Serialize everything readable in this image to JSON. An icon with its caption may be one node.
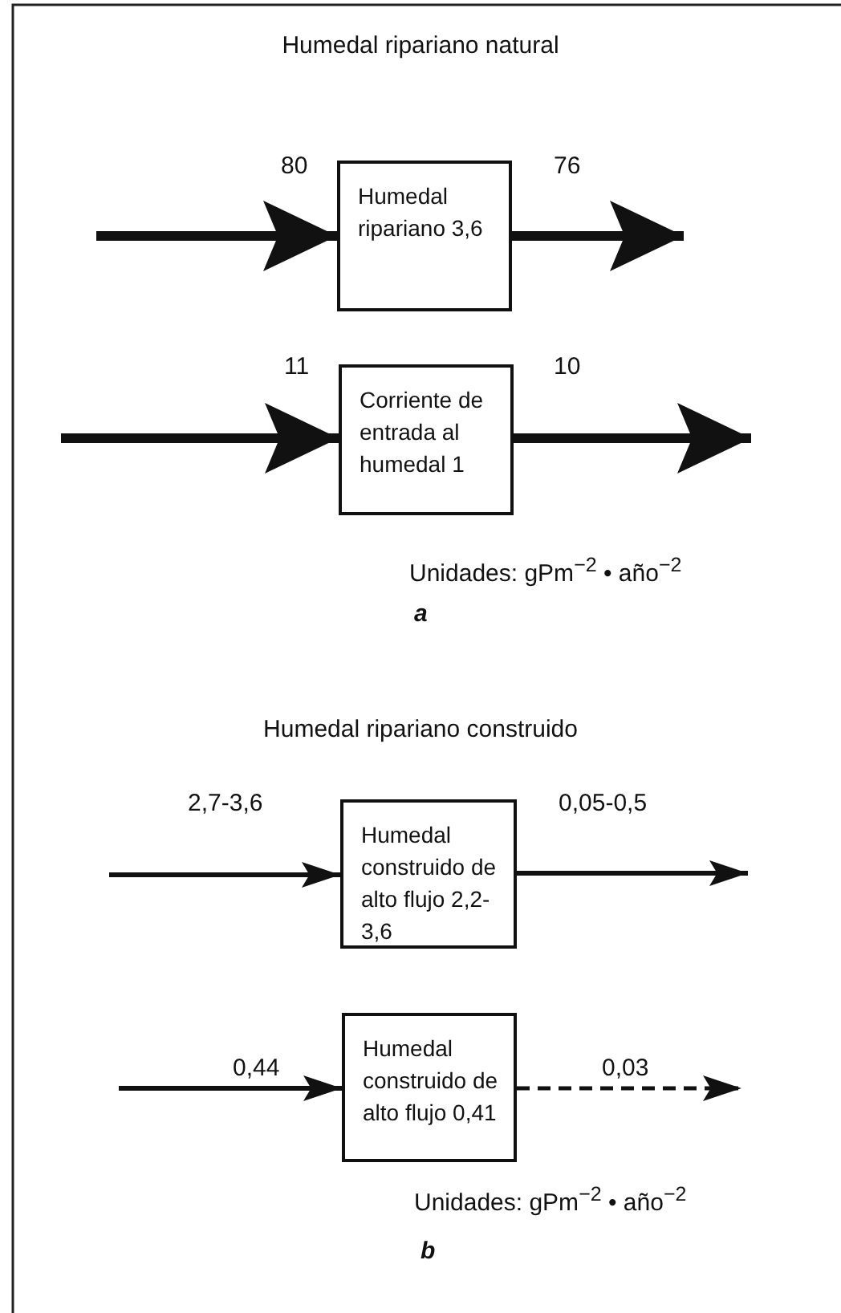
{
  "diagram": {
    "nodes": [
      {
        "text": [
          "Humedal ripariano 3,6"
        ]
      },
      {
        "text": [
          "Corriente de entrada al humedal 1"
        ]
      },
      {
        "text": [
          "Humedal construido de alto flujo 2,2-3,6"
        ]
      },
      {
        "text": [
          "Humedal construido de alto flujo 0,41"
        ]
      }
    ],
    "edges": [
      {
        "from": null,
        "to": 0,
        "arrow": "to",
        "label": "80",
        "style": "thick"
      },
      {
        "from": 0,
        "to": null,
        "arrow": "to",
        "label": "76",
        "style": "thick"
      },
      {
        "from": null,
        "to": 1,
        "arrow": "to",
        "label": "11",
        "style": "thick"
      },
      {
        "from": 1,
        "to": null,
        "arrow": "to",
        "label": "10",
        "style": "thick"
      },
      {
        "from": null,
        "to": 2,
        "arrow": "to",
        "label": "2,7-3,6"
      },
      {
        "from": 2,
        "to": null,
        "arrow": "to",
        "label": "0,05-0,5"
      },
      {
        "from": null,
        "to": 3,
        "arrow": "to",
        "label": "0,44"
      },
      {
        "from": 3,
        "to": null,
        "arrow": "to",
        "label": "0,03",
        "style": "dashed"
      }
    ],
    "labels": [
      "Humedal ripariano natural",
      "Unidades: gPm$^{−2}$ • año$^{−2}$",
      "a",
      "Humedal ripariano construido",
      "Unidades: gPm$^{−2}$ • año$^{−2}$",
      "b"
    ]
  }
}
